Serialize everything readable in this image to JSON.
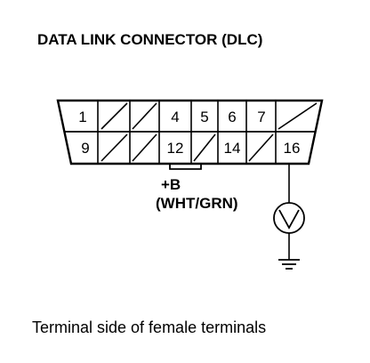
{
  "title": "DATA LINK CONNECTOR (DLC)",
  "connector": {
    "top_row": [
      "1",
      "",
      "",
      "4",
      "5",
      "6",
      "7",
      ""
    ],
    "bottom_row": [
      "9",
      "",
      "",
      "12",
      "",
      "14",
      "",
      "16"
    ]
  },
  "wire_label": {
    "line1": "+B",
    "line2": "(WHT/GRN)"
  },
  "caption": "Terminal side of female terminals"
}
